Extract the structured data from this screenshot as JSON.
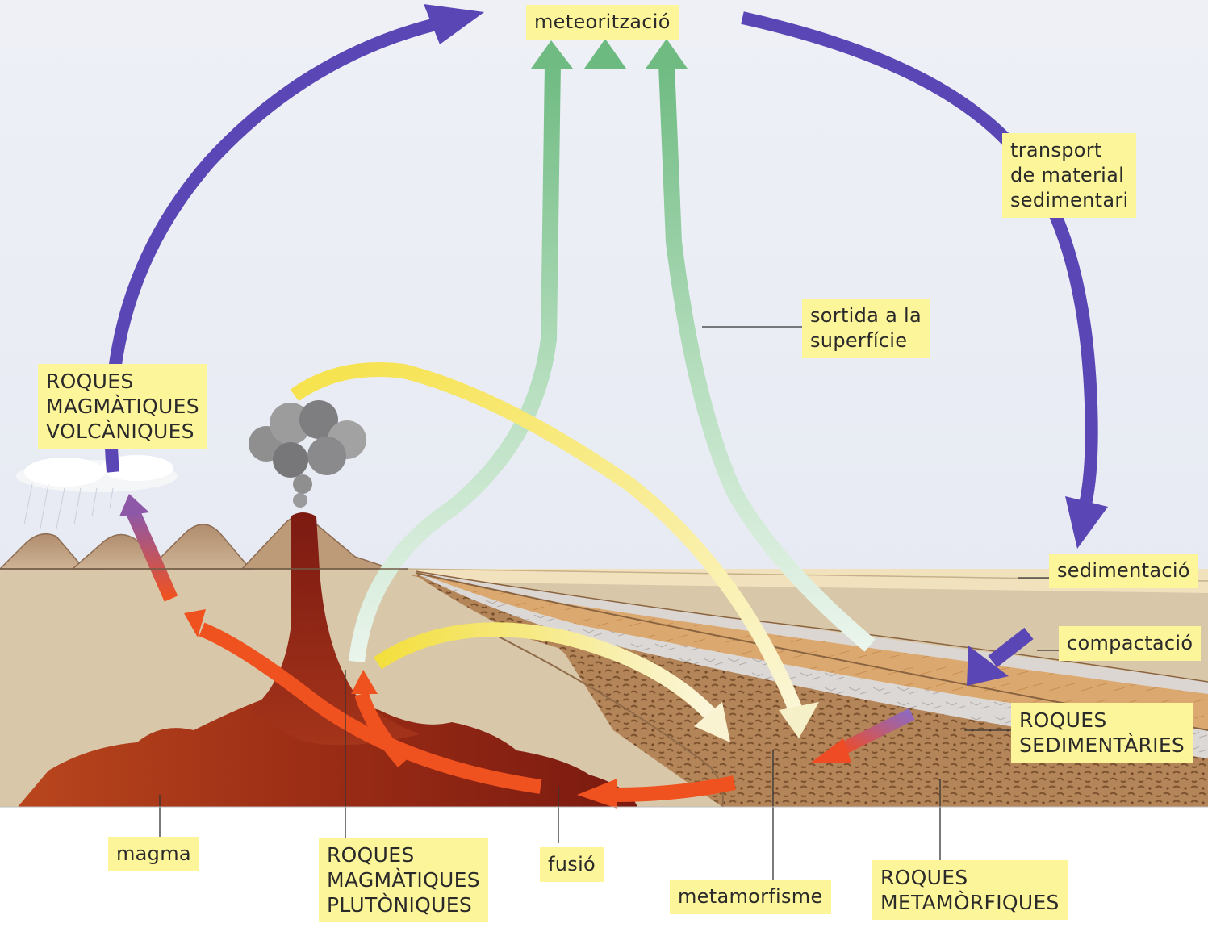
{
  "labels": {
    "meteoritzacio": "meteorització",
    "transport": "transport\nde material\nsedimentari",
    "sortida": "sortida a la\nsuperfície",
    "volcaniques": "ROQUES\nMAGMÀTIQUES\nVOLCÀNIQUES",
    "sedimentacio": "sedimentació",
    "compactacio": "compactació",
    "sedimentaries": "ROQUES\nSEDIMENTÀRIES",
    "magma": "magma",
    "plutoniques": "ROQUES\nMAGMÀTIQUES\nPLUTÒNIQUES",
    "fusio": "fusió",
    "metamorfisme": "metamorfisme",
    "metamorfiques": "ROQUES\nMETAMÒRFIQUES"
  },
  "colors": {
    "sky": "#e9ecf4",
    "label_bg": "#fdf59a",
    "purple_arrow": "#5a46b4",
    "green_arrow": "#7cc08a",
    "yellow_arrow": "#f5e25a",
    "orange_arrow": "#f0521f",
    "magma": "#b3401c",
    "ground": "#d7c6a8",
    "sediment": "#d9a770",
    "metamorphic": "#a8784c"
  },
  "icons": [
    "volcano-icon",
    "ash-cloud-icon",
    "rain-cloud-icon",
    "mountain-icon"
  ]
}
